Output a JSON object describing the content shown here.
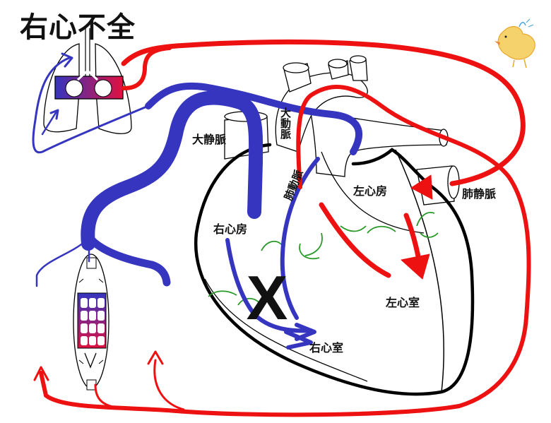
{
  "title": "右心不全",
  "labels": {
    "vena_cava": "大静脈",
    "aorta": "大動脈",
    "pulmonary_artery": "肺動脈",
    "right_atrium": "右心房",
    "right_ventricle": "右心室",
    "left_atrium": "左心房",
    "left_ventricle": "左心室",
    "pulmonary_vein": "肺静脈",
    "failure_mark": "X"
  },
  "colors": {
    "venous": "#3535c0",
    "arterial": "#ee1111",
    "valve": "#2a9a2a",
    "outline": "#000000"
  },
  "icons": [
    "lungs-icon",
    "body-organ-icon",
    "chick-doodle-icon"
  ]
}
